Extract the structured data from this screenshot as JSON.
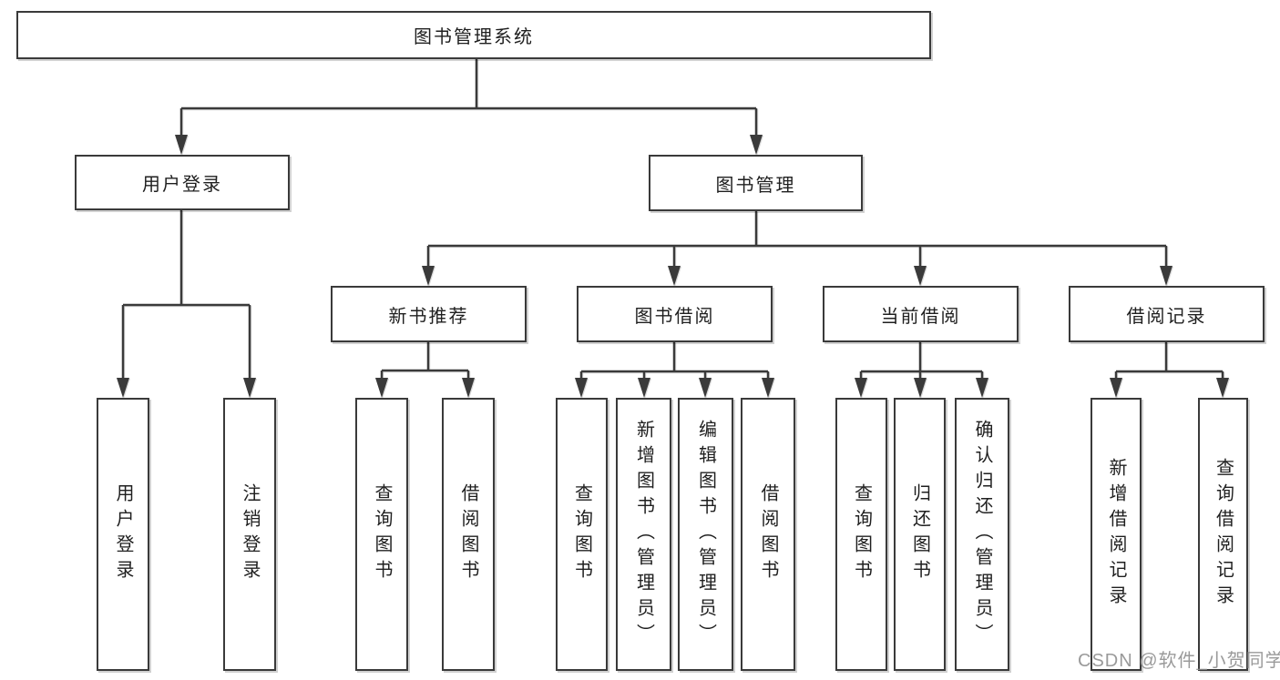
{
  "diagram": {
    "title": "图书管理系统"
  },
  "nodes": {
    "root": {
      "label": "图书管理系统"
    },
    "user_login": {
      "label": "用户登录"
    },
    "book_mgmt": {
      "label": "图书管理"
    },
    "new_book_rec": {
      "label": "新书推荐"
    },
    "book_borrow": {
      "label": "图书借阅"
    },
    "current_borrow": {
      "label": "当前借阅"
    },
    "borrow_records": {
      "label": "借阅记录"
    },
    "leaf_user_login": {
      "label": "用户登录"
    },
    "leaf_logout": {
      "label": "注销登录"
    },
    "rec_query_books": {
      "label": "查询图书"
    },
    "rec_borrow_books": {
      "label": "借阅图书"
    },
    "bb_query_books": {
      "label": "查询图书"
    },
    "bb_add_books_admin": {
      "label": "新增图书（管理员）"
    },
    "bb_edit_books_admin": {
      "label": "编辑图书（管理员）"
    },
    "bb_borrow_books": {
      "label": "借阅图书"
    },
    "cb_query_books": {
      "label": "查询图书"
    },
    "cb_return_books": {
      "label": "归还图书"
    },
    "cb_confirm_return_admin": {
      "label": "确认归还（管理员）"
    },
    "br_add_record": {
      "label": "新增借阅记录"
    },
    "br_query_record": {
      "label": "查询借阅记录"
    }
  },
  "structure": {
    "root": "图书管理系统",
    "children": [
      {
        "label": "用户登录",
        "children": [
          "用户登录",
          "注销登录"
        ]
      },
      {
        "label": "图书管理",
        "children": [
          {
            "label": "新书推荐",
            "children": [
              "查询图书",
              "借阅图书"
            ]
          },
          {
            "label": "图书借阅",
            "children": [
              "查询图书",
              "新增图书（管理员）",
              "编辑图书（管理员）",
              "借阅图书"
            ]
          },
          {
            "label": "当前借阅",
            "children": [
              "查询图书",
              "归还图书",
              "确认归还（管理员）"
            ]
          },
          {
            "label": "借阅记录",
            "children": [
              "新增借阅记录",
              "查询借阅记录"
            ]
          }
        ]
      }
    ]
  },
  "watermark": {
    "text": "CSDN @软件_小贺同学"
  },
  "colors": {
    "line": "#3a3a3a",
    "box_border": "#3a3a3a",
    "text": "#1f1f1f",
    "background": "#ffffff",
    "watermark": "#8c8c8c"
  }
}
